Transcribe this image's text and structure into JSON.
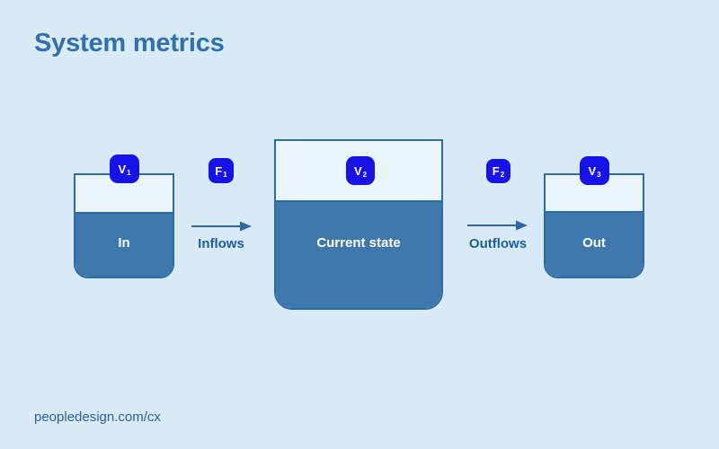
{
  "title": "System metrics",
  "footer": "peopledesign.com/cx",
  "colors": {
    "bg": "#d8eaf6",
    "tank_fill": "#3e77ab",
    "tank_border": "#2d6ba3",
    "tank_headspace": "#e9f4fb",
    "badge": "#1712e8",
    "badge_text": "#ffffff",
    "title": "#3270ab",
    "flow_text": "#1e5c9d",
    "arrow": "#2f689e",
    "footer_text": "#2a5f9e",
    "tank_label": "#ffffff"
  },
  "diagram": {
    "tanks": [
      {
        "id": "in",
        "label": "In",
        "badge": {
          "base": "V",
          "sub": "1"
        }
      },
      {
        "id": "current-state",
        "label": "Current state",
        "badge": {
          "base": "V",
          "sub": "2"
        }
      },
      {
        "id": "out",
        "label": "Out",
        "badge": {
          "base": "V",
          "sub": "3"
        }
      }
    ],
    "flows": [
      {
        "id": "inflows",
        "label": "Inflows",
        "badge": {
          "base": "F",
          "sub": "1"
        }
      },
      {
        "id": "outflows",
        "label": "Outflows",
        "badge": {
          "base": "F",
          "sub": "2"
        }
      }
    ]
  }
}
